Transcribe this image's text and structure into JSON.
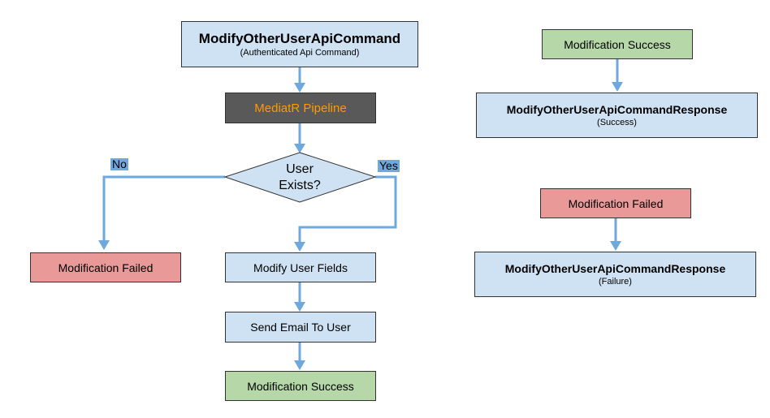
{
  "left_flow": {
    "command": {
      "title": "ModifyOtherUserApiCommand",
      "subtitle": "(Authenticated Api Command)"
    },
    "pipeline": "MediatR Pipeline",
    "decision": {
      "line1": "User",
      "line2": "Exists?",
      "no_label": "No",
      "yes_label": "Yes"
    },
    "failed": "Modification Failed",
    "modify_fields": "Modify User Fields",
    "send_email": "Send Email To User",
    "success": "Modification Success"
  },
  "right_flow": {
    "success_group": {
      "status": "Modification Success",
      "response_title": "ModifyOtherUserApiCommandResponse",
      "response_subtitle": "(Success)"
    },
    "failure_group": {
      "status": "Modification Failed",
      "response_title": "ModifyOtherUserApiCommandResponse",
      "response_subtitle": "(Failure)"
    }
  },
  "colors": {
    "command_fill": "#cfe2f3",
    "success_fill": "#b6d7a8",
    "failure_fill": "#ea9999",
    "pipeline_fill": "#595959",
    "pipeline_text": "#ff9900",
    "connector": "#6fa8dc"
  }
}
